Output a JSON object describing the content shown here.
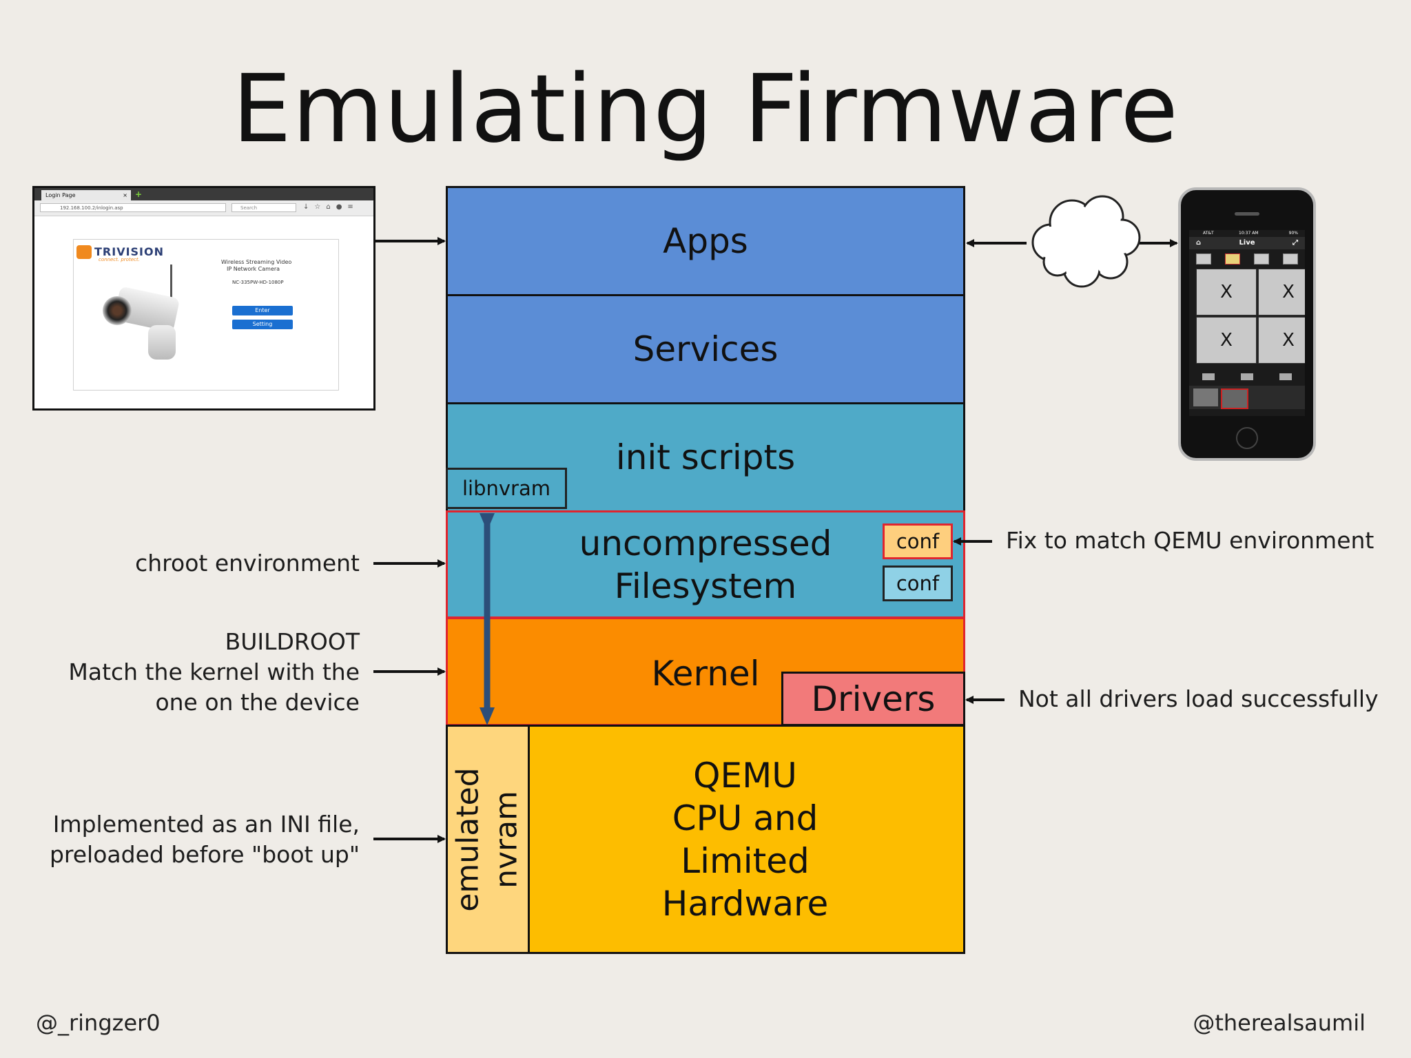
{
  "title": "Emulating Firmware",
  "stack": {
    "apps": "Apps",
    "services": "Services",
    "init_scripts": "init scripts",
    "libnvram": "libnvram",
    "filesystem_line1": "uncompressed",
    "filesystem_line2": "Filesystem",
    "conf_fixed": "conf",
    "conf_original": "conf",
    "kernel": "Kernel",
    "drivers": "Drivers",
    "nvram_line1": "emulated",
    "nvram_line2": "nvram",
    "qemu_line1": "QEMU",
    "qemu_line2": "CPU and",
    "qemu_line3": "Limited",
    "qemu_line4": "Hardware"
  },
  "notes": {
    "chroot": "chroot environment",
    "buildroot_line1": "BUILDROOT",
    "buildroot_line2": "Match the kernel with the",
    "buildroot_line3": "one on the device",
    "nvram_line1": "Implemented as an INI file,",
    "nvram_line2": "preloaded before \"boot up\"",
    "conf_fix": "Fix to match QEMU environment",
    "drivers_note": "Not all drivers load successfully"
  },
  "browser": {
    "tab_title": "Login Page",
    "url": "192.168.100.2/inlogin.asp",
    "search_placeholder": "Search",
    "brand": "TRIVISION",
    "brand_tagline": "connect. protect.",
    "product_line1": "Wireless Streaming Video",
    "product_line2": "IP Network Camera",
    "model": "NC-335PW-HD-1080P",
    "enter_button": "Enter",
    "setting_button": "Setting"
  },
  "phone": {
    "carrier": "AT&T",
    "time": "10:37 AM",
    "battery": "90%",
    "screen_title": "Live",
    "cells": [
      "X",
      "X",
      "X",
      "X"
    ]
  },
  "footer": {
    "left_handle": "@_ringzer0",
    "right_handle": "@therealsaumil"
  },
  "colors": {
    "background": "#efece7",
    "apps_services": "#5b8dd6",
    "init_fs": "#4faac8",
    "kernel": "#fb8c00",
    "drivers": "#f27a7a",
    "qemu": "#fdbd00",
    "nvram": "#fed67d",
    "conf_fixed": "#fecf7e",
    "conf_original": "#8fd1e6",
    "arrow_blue": "#2c4e79",
    "red_outline": "#e0252e"
  }
}
